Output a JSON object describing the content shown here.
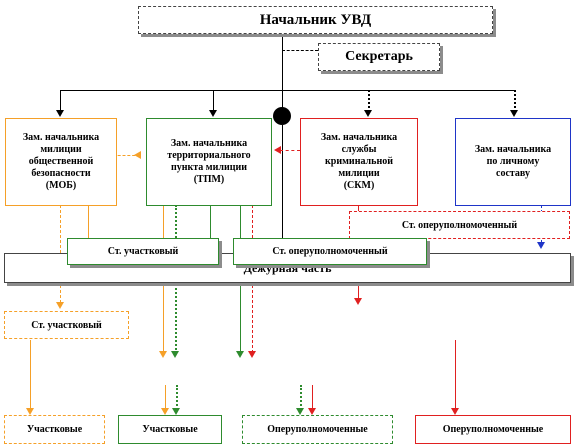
{
  "colors": {
    "black": "#000000",
    "orange": "#f5a028",
    "green": "#2e8b2e",
    "red": "#e02020",
    "blue": "#1f35c8",
    "gray_border": "#444444"
  },
  "chief": {
    "label": "Начальник УВД"
  },
  "secretary": {
    "label": "Секретарь"
  },
  "deputies": {
    "mob": {
      "label": "Зам. начальника\nмилиции\nобщественной\nбезопасности\n(МОБ)"
    },
    "tpm": {
      "label": "Зам. начальника\nтерриториального\nпункта милиции\n(ТПМ)"
    },
    "skm": {
      "label": "Зам. начальника\nслужбы\nкриминальной\nмилиции\n(СКМ)"
    },
    "personnel": {
      "label": "Зам. начальника\nпо личному\nсоставу"
    }
  },
  "senior_operative_right": {
    "label": "Ст. оперуполномоченный"
  },
  "senior_precinct_mid": {
    "label": "Ст. участковый"
  },
  "senior_operative_mid": {
    "label": "Ст. оперуполномоченный"
  },
  "duty_unit": {
    "label": "Дежурная часть"
  },
  "senior_precinct_low": {
    "label": "Ст. участковый"
  },
  "bottom": {
    "precinct_orange": {
      "label": "Участковые"
    },
    "precinct_green": {
      "label": "Участковые"
    },
    "operatives_green": {
      "label": "Оперуполномоченные"
    },
    "operatives_red": {
      "label": "Оперуполномоченные"
    }
  }
}
